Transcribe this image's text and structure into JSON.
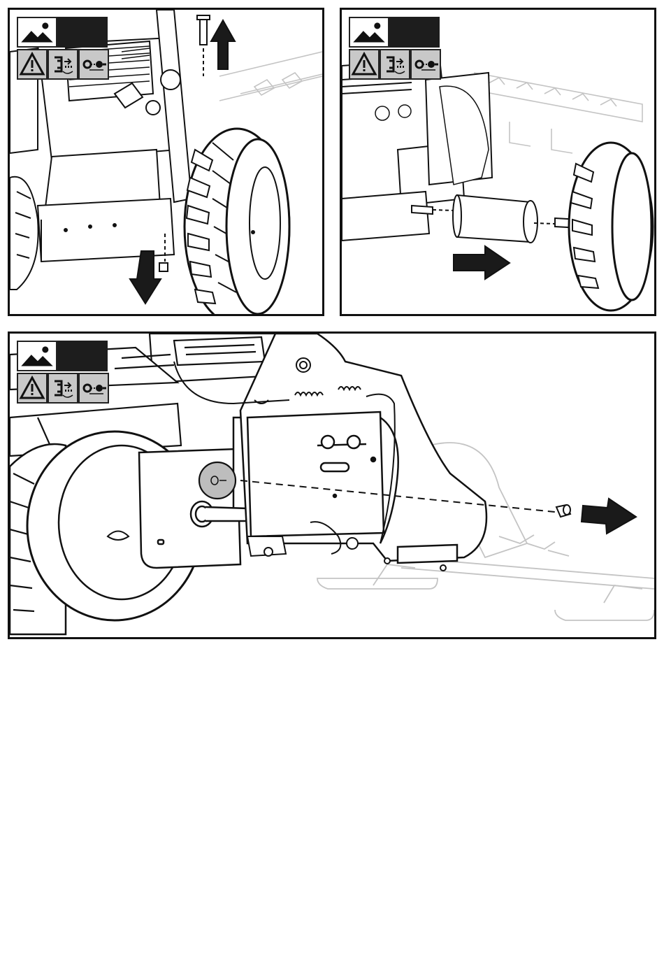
{
  "figure": {
    "panels": [
      {
        "id": "panel-1",
        "icons": [
          "image-icon",
          "warning-icon",
          "lift-off-icon",
          "key-removed-icon"
        ],
        "arrows": [
          "arrow-up",
          "arrow-down"
        ]
      },
      {
        "id": "panel-2",
        "icons": [
          "image-icon",
          "warning-icon",
          "lift-off-icon",
          "key-removed-icon"
        ],
        "arrows": [
          "arrow-right"
        ]
      },
      {
        "id": "panel-3",
        "icons": [
          "image-icon",
          "warning-icon",
          "lift-off-icon",
          "key-removed-icon"
        ],
        "arrows": [
          "arrow-right"
        ]
      }
    ],
    "colors": {
      "line": "#111111",
      "ghost": "#c4c4c4",
      "badge_dark": "#1d1d1d",
      "badge_grey": "#c8c8c8",
      "highlight": "#bdbdbd"
    }
  }
}
